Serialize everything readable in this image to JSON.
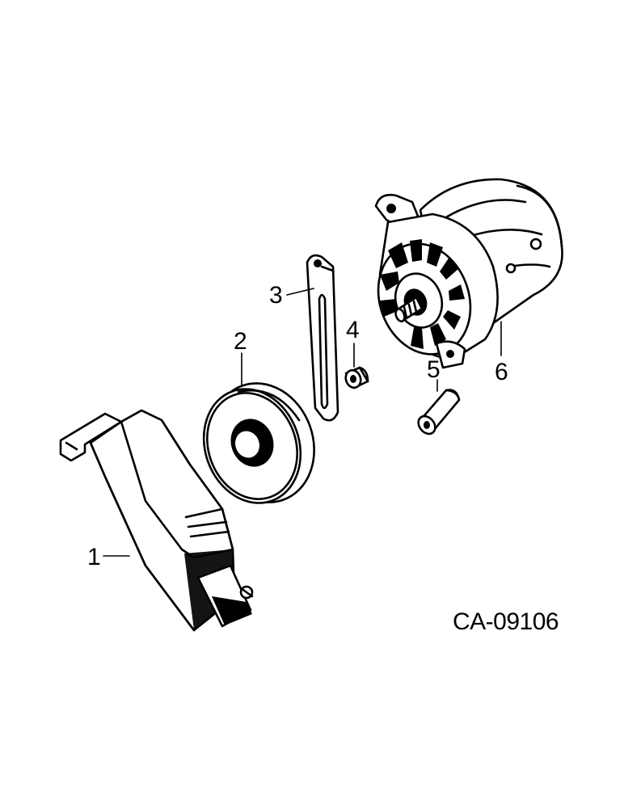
{
  "diagram": {
    "reference_code": "CA-09106",
    "callouts": [
      {
        "label": "1",
        "part": "belt-guard"
      },
      {
        "label": "2",
        "part": "pulley"
      },
      {
        "label": "3",
        "part": "adjusting-strap"
      },
      {
        "label": "4",
        "part": "spacer"
      },
      {
        "label": "5",
        "part": "bushing"
      },
      {
        "label": "6",
        "part": "alternator"
      }
    ]
  }
}
